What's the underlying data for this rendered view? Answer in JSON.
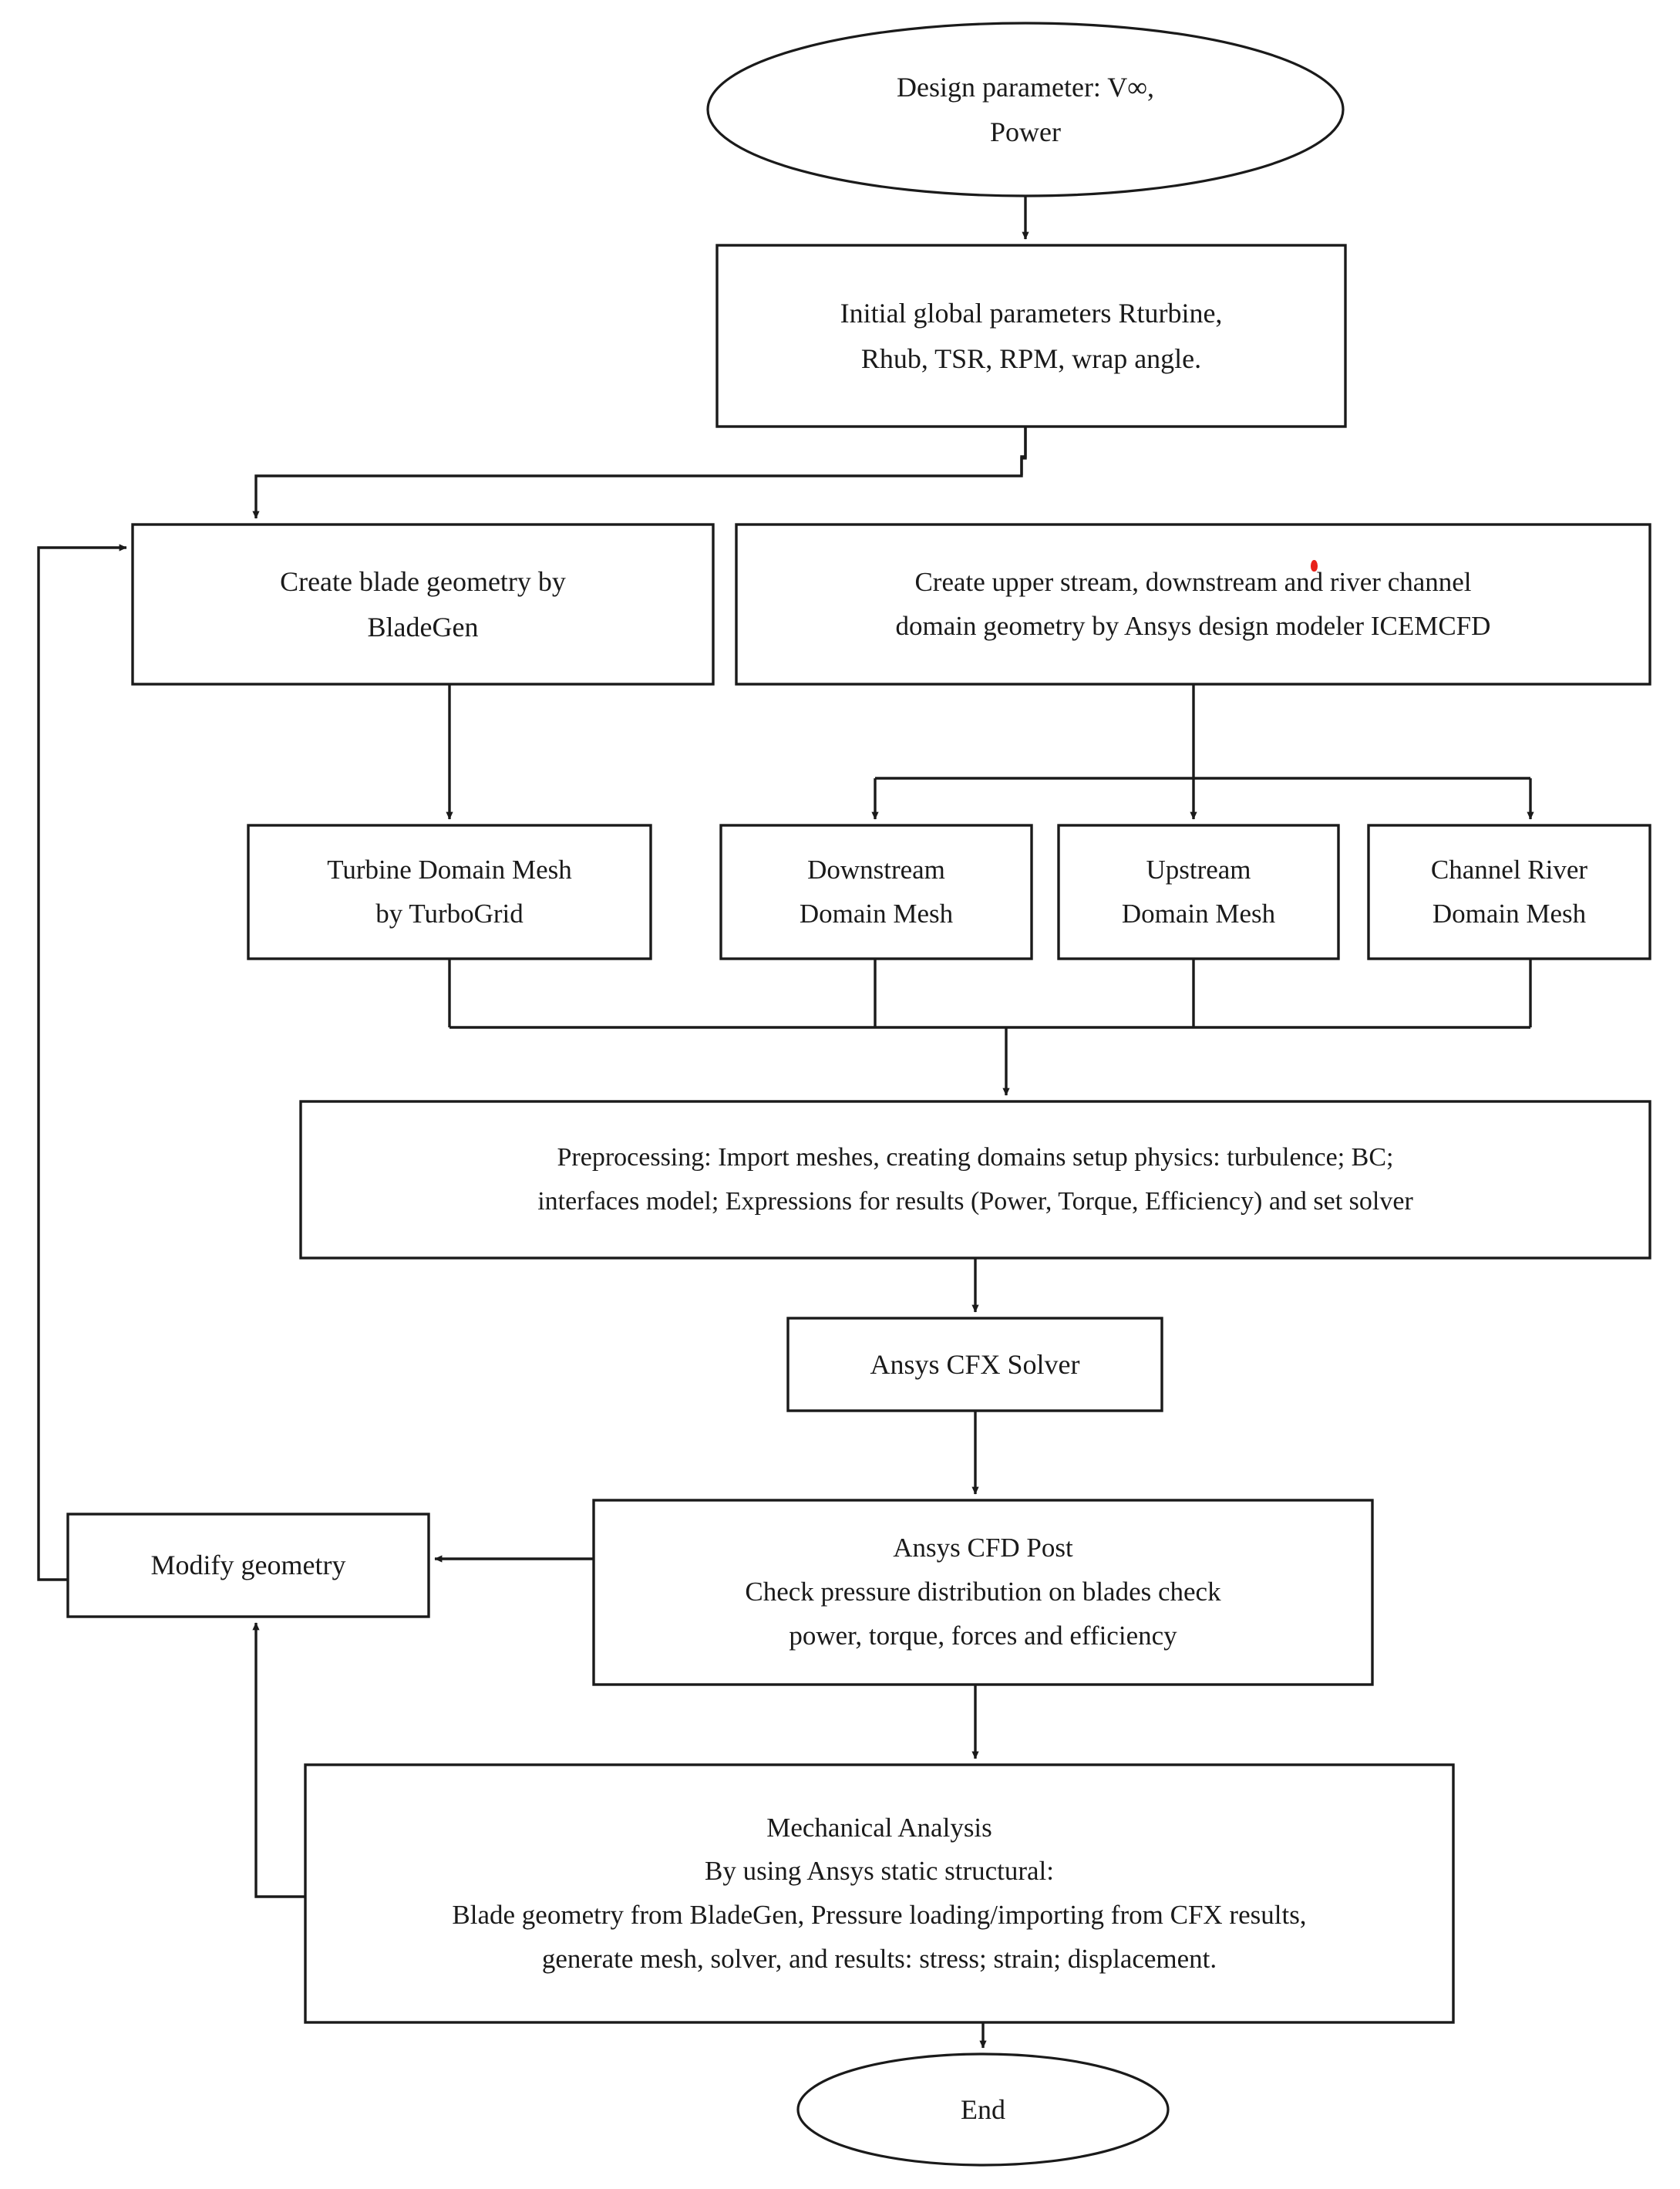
{
  "diagram": {
    "title": "CFD and mechanical analysis design workflow flowchart",
    "stroke_color": "#1a1a1a",
    "fill_color": "#ffffff",
    "accent_color": "#e8211a",
    "nodes": [
      {
        "id": "start",
        "shape": "ellipse",
        "name": "start-node",
        "lines": [
          "Design parameter: V∞,",
          "Power"
        ]
      },
      {
        "id": "initial-params",
        "shape": "rect",
        "name": "initial-parameters-node",
        "lines": [
          "Initial global parameters Rturbine,",
          "Rhub, TSR, RPM, wrap angle."
        ]
      },
      {
        "id": "blade-geometry",
        "shape": "rect",
        "name": "create-blade-geometry-node",
        "lines": [
          "Create blade geometry by",
          "BladeGen"
        ]
      },
      {
        "id": "stream-geometry",
        "shape": "rect",
        "name": "create-stream-geometry-node",
        "lines": [
          "Create upper stream, downstream and river channel",
          "domain geometry by Ansys design modeler ICEMCFD"
        ]
      },
      {
        "id": "turbine-mesh",
        "shape": "rect",
        "name": "turbine-domain-mesh-node",
        "lines": [
          "Turbine Domain Mesh",
          "by TurboGrid"
        ]
      },
      {
        "id": "downstream-mesh",
        "shape": "rect",
        "name": "downstream-domain-mesh-node",
        "lines": [
          "Downstream",
          "Domain Mesh"
        ]
      },
      {
        "id": "upstream-mesh",
        "shape": "rect",
        "name": "upstream-domain-mesh-node",
        "lines": [
          "Upstream",
          "Domain Mesh"
        ]
      },
      {
        "id": "channel-mesh",
        "shape": "rect",
        "name": "channel-river-domain-mesh-node",
        "lines": [
          "Channel River",
          "Domain Mesh"
        ]
      },
      {
        "id": "preprocessing",
        "shape": "rect",
        "name": "preprocessing-node",
        "lines": [
          "Preprocessing: Import meshes, creating domains setup physics: turbulence; BC;",
          "interfaces model; Expressions for results (Power, Torque, Efficiency) and set solver"
        ]
      },
      {
        "id": "cfx-solver",
        "shape": "rect",
        "name": "ansys-cfx-solver-node",
        "lines": [
          "Ansys CFX Solver"
        ]
      },
      {
        "id": "cfd-post",
        "shape": "rect",
        "name": "ansys-cfd-post-node",
        "lines": [
          "Ansys CFD Post",
          "Check pressure distribution on blades check",
          "power, torque, forces and efficiency"
        ]
      },
      {
        "id": "modify-geometry",
        "shape": "rect",
        "name": "modify-geometry-node",
        "lines": [
          "Modify geometry"
        ]
      },
      {
        "id": "mechanical-analysis",
        "shape": "rect",
        "name": "mechanical-analysis-node",
        "lines": [
          "Mechanical Analysis",
          "By using Ansys static structural:",
          "Blade geometry from BladeGen, Pressure loading/importing from CFX results,",
          "generate mesh, solver, and results: stress; strain; displacement."
        ]
      },
      {
        "id": "end",
        "shape": "ellipse",
        "name": "end-node",
        "lines": [
          "End"
        ]
      }
    ],
    "edges": [
      {
        "from": "start",
        "to": "initial-params",
        "name": "edge-start-to-initial-params"
      },
      {
        "from": "initial-params",
        "to": "blade-geometry",
        "name": "edge-initial-params-to-blade-geometry"
      },
      {
        "from": "stream-geometry",
        "to": "downstream-mesh",
        "name": "edge-stream-geometry-to-downstream-mesh"
      },
      {
        "from": "stream-geometry",
        "to": "upstream-mesh",
        "name": "edge-stream-geometry-to-upstream-mesh"
      },
      {
        "from": "stream-geometry",
        "to": "channel-mesh",
        "name": "edge-stream-geometry-to-channel-mesh"
      },
      {
        "from": "blade-geometry",
        "to": "turbine-mesh",
        "name": "edge-blade-geometry-to-turbine-mesh"
      },
      {
        "from": "meshes",
        "to": "preprocessing",
        "name": "edge-meshes-to-preprocessing"
      },
      {
        "from": "preprocessing",
        "to": "cfx-solver",
        "name": "edge-preprocessing-to-cfx-solver"
      },
      {
        "from": "cfx-solver",
        "to": "cfd-post",
        "name": "edge-cfx-solver-to-cfd-post"
      },
      {
        "from": "cfd-post",
        "to": "modify-geometry",
        "name": "edge-cfd-post-to-modify-geometry"
      },
      {
        "from": "cfd-post",
        "to": "mechanical-analysis",
        "name": "edge-cfd-post-to-mechanical-analysis"
      },
      {
        "from": "mechanical-analysis",
        "to": "modify-geometry",
        "name": "edge-mechanical-analysis-to-modify-geometry"
      },
      {
        "from": "modify-geometry",
        "to": "blade-geometry",
        "name": "edge-modify-geometry-to-blade-geometry"
      },
      {
        "from": "mechanical-analysis",
        "to": "end",
        "name": "edge-mechanical-analysis-to-end"
      }
    ]
  }
}
